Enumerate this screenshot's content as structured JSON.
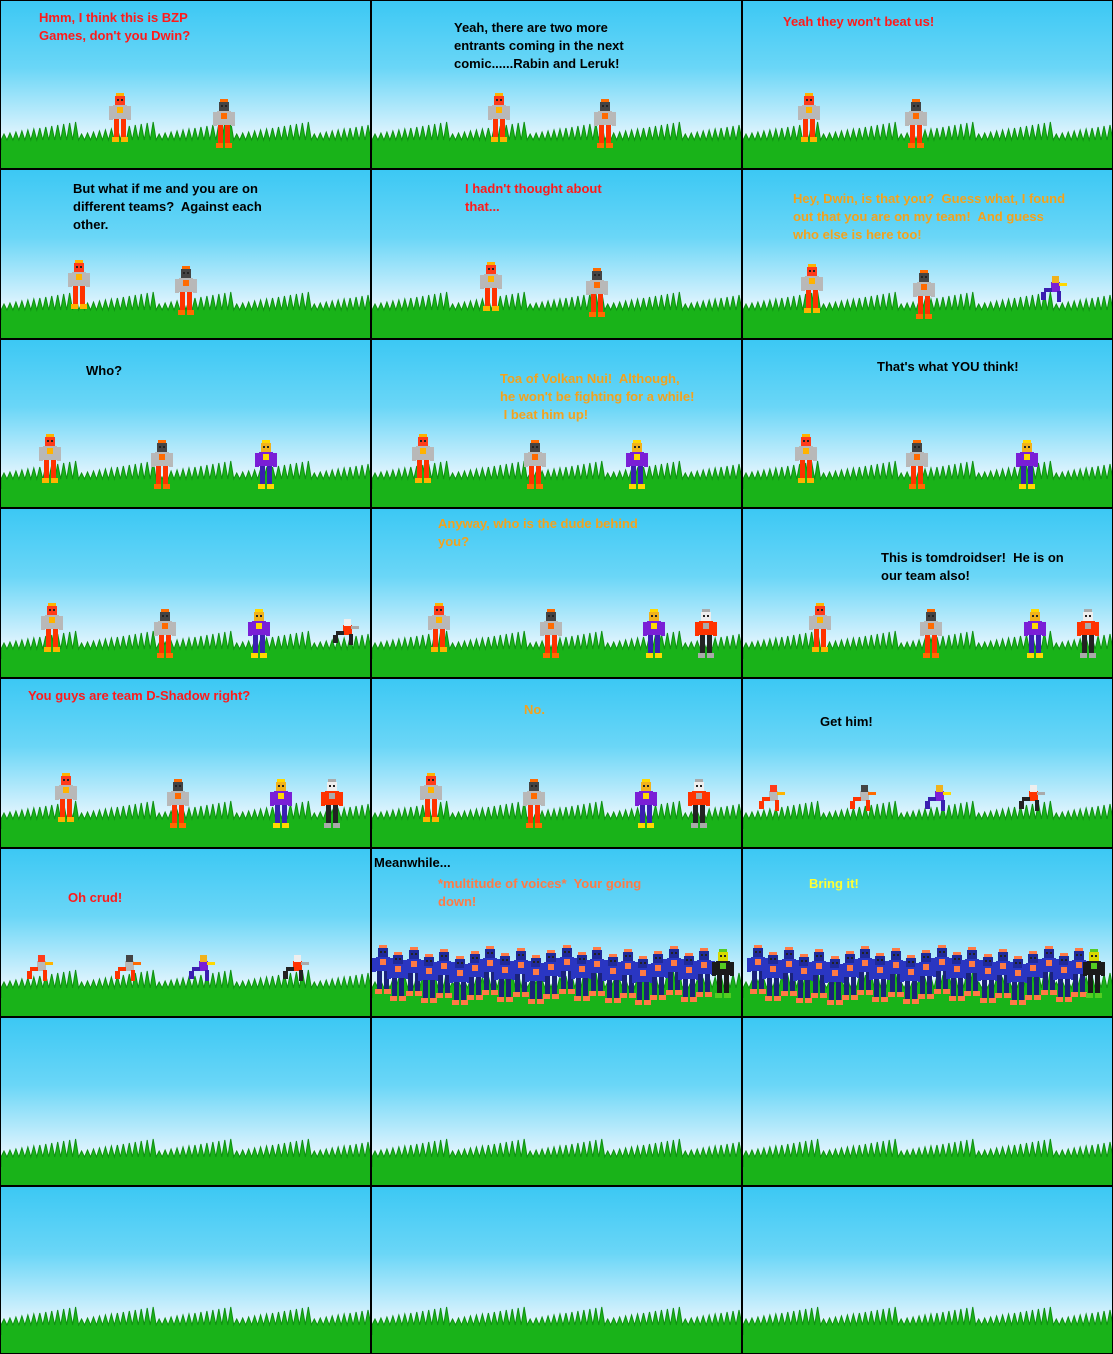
{
  "colors": {
    "red": "#ff1a1a",
    "black": "#000000",
    "orange": "#f4a21c",
    "salmon": "#ff7a45",
    "yellow": "#ffff33",
    "grass": "#19b319",
    "grass_dark": "#0f8f12",
    "sky_top": "#3cc8f4"
  },
  "characters": {
    "hero_red": {
      "head": "#ff3b1a",
      "body": "#b8b8b8",
      "legs": "#ff3300",
      "accent": "#ffb300"
    },
    "hero_dark": {
      "head": "#444444",
      "body": "#b8b8b8",
      "legs": "#ff3300",
      "accent": "#ff6a00"
    },
    "hero_purple": {
      "head": "#f0b21c",
      "body": "#7a1fd6",
      "legs": "#3a1fb0",
      "accent": "#ffd800"
    },
    "hero_white": {
      "head": "#eeeeee",
      "body": "#ff3300",
      "legs": "#222222",
      "accent": "#aaaaaa"
    },
    "villain": {
      "head": "#1f2a9a",
      "body": "#2a36c2",
      "legs": "#1a227a",
      "accent": "#ff7a45"
    },
    "hero_green": {
      "head": "#d8d800",
      "body": "#1a1a1a",
      "legs": "#1a1a1a",
      "accent": "#55cc22"
    }
  },
  "panels": [
    {
      "caption": "Hmm, I think this is BZP\nGames, don't you Dwin?",
      "color": "red"
    },
    {
      "caption": "Yeah, there are two more\nentrants coming in the next\ncomic......Rabin and Leruk!",
      "color": "black"
    },
    {
      "caption": "Yeah they won't beat us!",
      "color": "red"
    },
    {
      "caption": "But what if me and you are on\ndifferent teams?  Against each\nother.",
      "color": "black"
    },
    {
      "caption": "I hadn't thought about\nthat...",
      "color": "red"
    },
    {
      "caption": "Hey, Dwin, is that you?  Guess what, I found\nout that you are on my team!  And guess\nwho else is here too!",
      "color": "orange"
    },
    {
      "caption": "Who?",
      "color": "black"
    },
    {
      "caption": "Toa of Volkan Nui!  Although,\nhe won't be fighting for a while!\n I beat him up!",
      "color": "orange"
    },
    {
      "caption": "That's what YOU think!",
      "color": "black"
    },
    {
      "caption": "",
      "color": "black"
    },
    {
      "caption": "Anyway, who is the dude behind\nyou?",
      "color": "orange"
    },
    {
      "caption": "This is tomdroidser!  He is on\nour team also!",
      "color": "black"
    },
    {
      "caption": "You guys are team D-Shadow right?",
      "color": "red"
    },
    {
      "caption": "No.",
      "color": "orange"
    },
    {
      "caption": "Get him!",
      "color": "black"
    },
    {
      "caption": "Oh crud!",
      "color": "red"
    },
    {
      "caption": "*multitude of voices*  Your going\ndown!",
      "color": "salmon",
      "narration": "Meanwhile..."
    },
    {
      "caption": "Bring it!",
      "color": "yellow"
    },
    {
      "caption": "",
      "color": "black"
    },
    {
      "caption": "",
      "color": "black"
    },
    {
      "caption": "",
      "color": "black"
    },
    {
      "caption": "",
      "color": "black"
    },
    {
      "caption": "",
      "color": "black"
    },
    {
      "caption": "",
      "color": "black"
    }
  ]
}
